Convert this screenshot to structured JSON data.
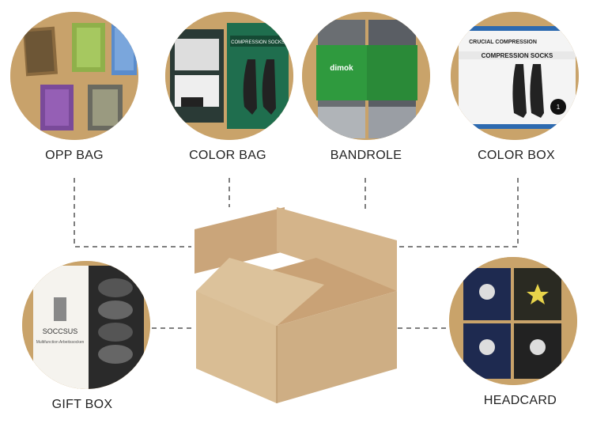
{
  "labels": {
    "opp_bag": "OPP BAG",
    "color_bag": "COLOR BAG",
    "bandrole": "BANDROLE",
    "color_box": "COLOR BOX",
    "gift_box": "GIFT BOX",
    "headcard": "HEADCARD"
  },
  "product_text": {
    "color_bag_brand": "COMPRESSION SOCKS",
    "bandrole_brand": "dimok",
    "color_box_brand": "CRUCIAL COMPRESSION",
    "color_box_title": "COMPRESSION SOCKS",
    "color_box_count": "1",
    "gift_box_brand": "SOCCSUS",
    "gift_box_sub": "Multifunction Arbeitssocken"
  },
  "colors": {
    "circle_background": "#c9a36a",
    "cardboard": "#d4b48a",
    "connector_line": "#555555"
  }
}
